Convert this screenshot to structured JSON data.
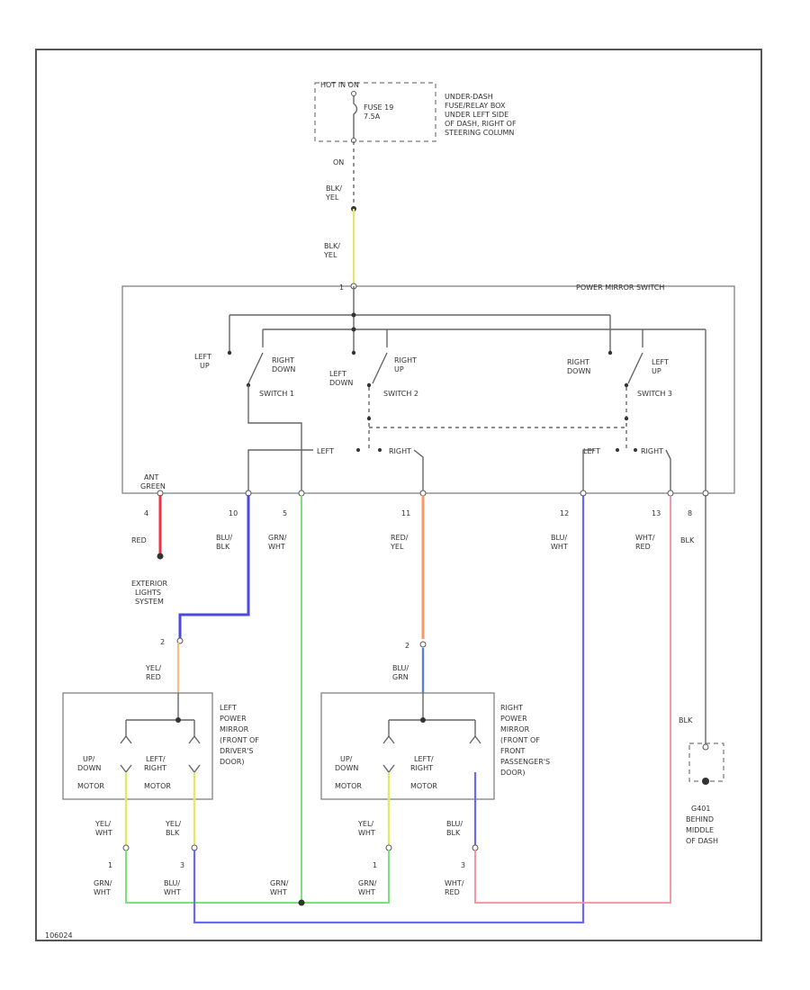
{
  "diagram_id": "106024",
  "fuse_box": {
    "header": "HOT IN ON",
    "fuse": [
      "FUSE 19",
      "7.5A"
    ],
    "note": [
      "UNDER-DASH",
      "FUSE/RELAY BOX",
      "UNDER LEFT SIDE",
      "OF DASH, RIGHT OF",
      "STEERING COLUMN"
    ],
    "ign": "ON"
  },
  "wires": {
    "feed_top": [
      "BLK/",
      "YEL"
    ],
    "feed_mid": [
      "BLK/",
      "YEL"
    ],
    "red": "RED",
    "blu_blk": [
      "BLU/",
      "BLK"
    ],
    "grn_wht": [
      "GRN/",
      "WHT"
    ],
    "red_yel": [
      "RED/",
      "YEL"
    ],
    "blu_wht": [
      "BLU/",
      "WHT"
    ],
    "wht_red": [
      "WHT/",
      "RED"
    ],
    "blk": "BLK",
    "blk_lower": "BLK",
    "yel_red": [
      "YEL/",
      "RED"
    ],
    "blu_grn": [
      "BLU/",
      "GRN"
    ],
    "l_yel_wht": [
      "YEL/",
      "WHT"
    ],
    "l_yel_blk": [
      "YEL/",
      "BLK"
    ],
    "r_yel_wht": [
      "YEL/",
      "WHT"
    ],
    "r_blu_blk": [
      "BLU/",
      "BLK"
    ],
    "l_grn_wht": [
      "GRN/",
      "WHT"
    ],
    "l_blu_wht": [
      "BLU/",
      "WHT"
    ],
    "c_grn_wht": [
      "GRN/",
      "WHT"
    ],
    "r_grn_wht": [
      "GRN/",
      "WHT"
    ],
    "r_wht_red": [
      "WHT/",
      "RED"
    ]
  },
  "switch_unit": {
    "title": "POWER MIRROR SWITCH",
    "ant_label": [
      "ANT",
      "GREEN"
    ],
    "labels": {
      "left_up": [
        "LEFT",
        "UP"
      ],
      "right_down_1": [
        "RIGHT",
        "DOWN"
      ],
      "left_down": [
        "LEFT",
        "DOWN"
      ],
      "right_up": [
        "RIGHT",
        "UP"
      ],
      "right_down_3": [
        "RIGHT",
        "DOWN"
      ],
      "left_up_3": [
        "LEFT",
        "UP"
      ]
    },
    "switches": [
      "SWITCH 1",
      "SWITCH 2",
      "SWITCH 3"
    ],
    "selector": [
      "LEFT",
      "RIGHT",
      "LEFT",
      "RIGHT"
    ],
    "pins": [
      "4",
      "10",
      "5",
      "11",
      "12",
      "13",
      "8"
    ],
    "top_pin": "1"
  },
  "exterior": [
    "EXTERIOR",
    "LIGHTS",
    "SYSTEM"
  ],
  "ground": [
    "G401",
    "BEHIND",
    "MIDDLE",
    "OF DASH"
  ],
  "left_mirror": {
    "pin": "2",
    "title": [
      "LEFT",
      "POWER",
      "MIRROR",
      "(FRONT OF",
      "DRIVER'S",
      "DOOR)"
    ],
    "motor1": [
      "UP/",
      "DOWN",
      "MOTOR"
    ],
    "motor2": [
      "LEFT/",
      "RIGHT",
      "MOTOR"
    ],
    "pin_a": "1",
    "pin_b": "3"
  },
  "right_mirror": {
    "pin": "2",
    "title": [
      "RIGHT",
      "POWER",
      "MIRROR",
      "(FRONT OF",
      "FRONT",
      "PASSENGER'S",
      "DOOR)"
    ],
    "motor1": [
      "UP/",
      "DOWN",
      "MOTOR"
    ],
    "motor2": [
      "LEFT/",
      "RIGHT",
      "MOTOR"
    ],
    "pin_a": "1",
    "pin_b": "3"
  },
  "colors": {
    "yellow": "#e6e66a",
    "red": "#ee3344",
    "blue": "#4a4ae0",
    "green": "#7ce07c",
    "orange": "#ff9966",
    "lavender": "#9a9aff",
    "pink": "#f08f99",
    "light_orange": "#ffb888",
    "steel_blue": "#5c7fd0"
  }
}
